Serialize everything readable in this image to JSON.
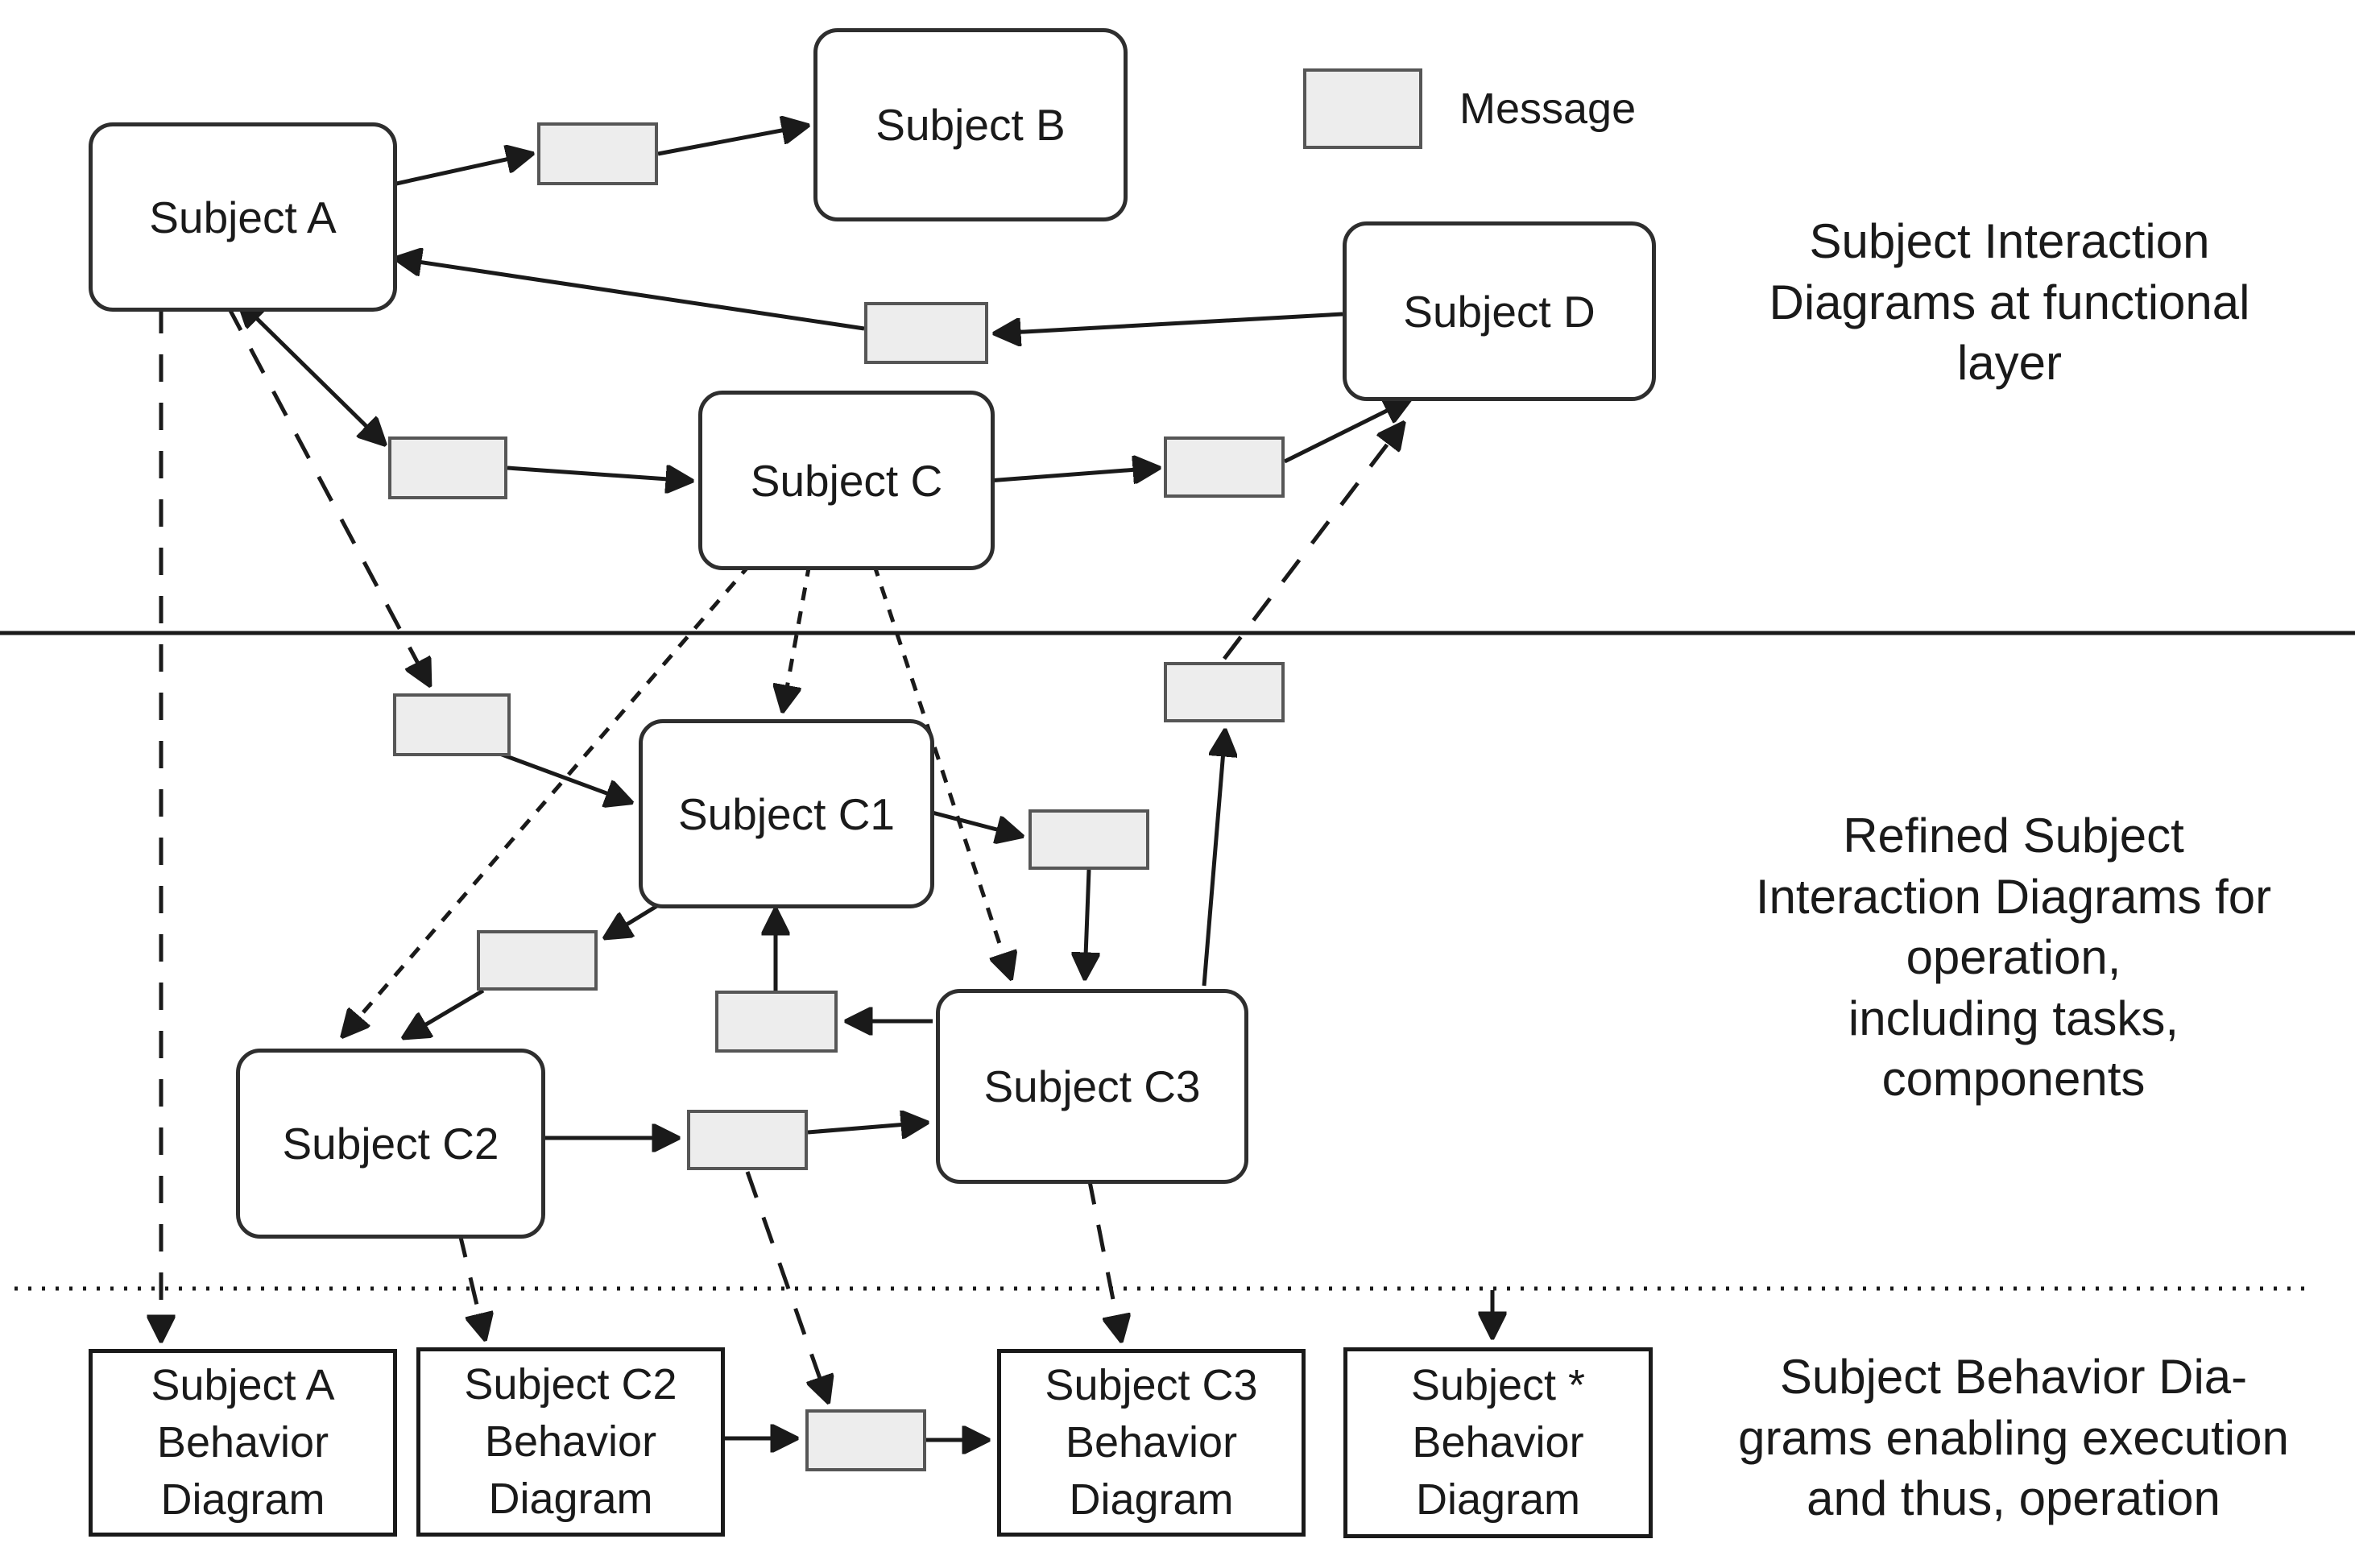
{
  "legend": {
    "label": "Message"
  },
  "subjects": {
    "a": {
      "label": "Subject A"
    },
    "b": {
      "label": "Subject B"
    },
    "c": {
      "label": "Subject C"
    },
    "d": {
      "label": "Subject D"
    },
    "c1": {
      "label": "Subject C1"
    },
    "c2": {
      "label": "Subject C2"
    },
    "c3": {
      "label": "Subject C3"
    }
  },
  "behavior_diagrams": {
    "a": {
      "label": "Subject A\nBehavior\nDiagram"
    },
    "c2": {
      "label": "Subject C2\nBehavior\nDiagram"
    },
    "c3": {
      "label": "Subject C3\nBehavior\nDiagram"
    },
    "star": {
      "label": "Subject *\nBehavior\nDiagram"
    }
  },
  "captions": {
    "functional": "Subject Interaction\nDiagrams at functional\nlayer",
    "refined": "Refined Subject\nInteraction Diagrams for\noperation,\nincluding tasks,\ncomponents",
    "behavior": "Subject Behavior Dia-\ngrams enabling execution\nand thus, operation"
  },
  "colors": {
    "background": "#ffffff",
    "subject_fill": "#ffffff",
    "subject_border": "#2e2e2e",
    "message_fill": "#ededed",
    "message_border": "#565656",
    "line": "#1a1a1a",
    "text": "#1a1a1a"
  },
  "edges": [
    {
      "from": "A",
      "to": "m1",
      "line": "solid",
      "arrow": "end"
    },
    {
      "from": "m1",
      "to": "B",
      "line": "solid",
      "arrow": "end"
    },
    {
      "from": "D",
      "to": "m2",
      "line": "solid",
      "arrow": "end"
    },
    {
      "from": "m2",
      "to": "A",
      "line": "solid",
      "arrow": "end"
    },
    {
      "from": "A",
      "to": "m3",
      "line": "solid",
      "arrow": "both"
    },
    {
      "from": "m3",
      "to": "C",
      "line": "solid",
      "arrow": "end"
    },
    {
      "from": "C",
      "to": "m4",
      "line": "solid",
      "arrow": "end"
    },
    {
      "from": "m4",
      "to": "D",
      "line": "solid",
      "arrow": "end"
    },
    {
      "from": "A",
      "to": "ABD",
      "line": "dashed",
      "arrow": "end"
    },
    {
      "from": "A",
      "to": "m5",
      "line": "dashed",
      "arrow": "end"
    },
    {
      "from": "m9",
      "to": "D",
      "line": "dashed",
      "arrow": "end"
    },
    {
      "from": "C",
      "to": "C1",
      "line": "dotted",
      "arrow": "end"
    },
    {
      "from": "C",
      "to": "C2",
      "line": "dotted",
      "arrow": "end"
    },
    {
      "from": "C",
      "to": "C3",
      "line": "dotted",
      "arrow": "end"
    },
    {
      "from": "m5",
      "to": "C1",
      "line": "solid",
      "arrow": "end"
    },
    {
      "from": "C1",
      "to": "m6",
      "line": "solid",
      "arrow": "end"
    },
    {
      "from": "m6",
      "to": "C3",
      "line": "solid",
      "arrow": "end"
    },
    {
      "from": "C1",
      "to": "m7",
      "line": "solid",
      "arrow": "end"
    },
    {
      "from": "m7",
      "to": "C2",
      "line": "solid",
      "arrow": "end"
    },
    {
      "from": "C3",
      "to": "m8",
      "line": "solid",
      "arrow": "end"
    },
    {
      "from": "m8",
      "to": "C1",
      "line": "solid",
      "arrow": "end"
    },
    {
      "from": "C2",
      "to": "m10",
      "line": "solid",
      "arrow": "end"
    },
    {
      "from": "m10",
      "to": "C3",
      "line": "solid",
      "arrow": "end"
    },
    {
      "from": "C3",
      "to": "m9",
      "line": "solid",
      "arrow": "end"
    },
    {
      "from": "C2",
      "to": "C2BD",
      "line": "dashed",
      "arrow": "end"
    },
    {
      "from": "C3",
      "to": "C3BD",
      "line": "dashed",
      "arrow": "end"
    },
    {
      "from": "m10",
      "to": "m11",
      "line": "dashed",
      "arrow": "end"
    },
    {
      "from": "C2BD",
      "to": "m11",
      "line": "solid",
      "arrow": "end"
    },
    {
      "from": "m11",
      "to": "C3BD",
      "line": "solid",
      "arrow": "end"
    },
    {
      "from": "divider",
      "to": "StarBD",
      "line": "solid",
      "arrow": "end"
    }
  ]
}
